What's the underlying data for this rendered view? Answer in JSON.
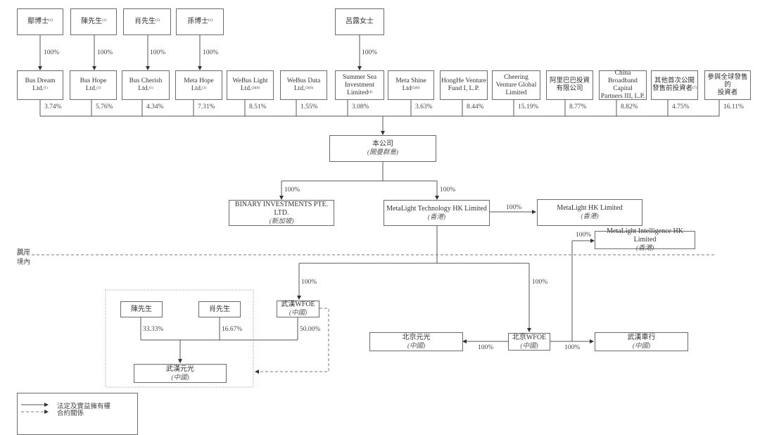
{
  "title": "Shareholding structure chart",
  "founders": [
    {
      "name": "鄢博士",
      "note": "(1)",
      "to": "Bus Dream Ltd.",
      "pct": "100%"
    },
    {
      "name": "陳先生",
      "note": "(1)",
      "to": "Bus Hope Ltd.",
      "pct": "100%"
    },
    {
      "name": "肖先生",
      "note": "(1)",
      "to": "Bus Cherish Ltd.",
      "pct": "100%"
    },
    {
      "name": "孫博士",
      "note": "(1)",
      "to": "Meta Hope Ltd.",
      "pct": "100%"
    },
    {
      "name": "呂露女士",
      "note": "",
      "to": "Summer Sea Investment Limited",
      "pct": "100%"
    }
  ],
  "shareholders": [
    {
      "line1": "Bus Dream",
      "line2": "Ltd.",
      "note": "(1)",
      "pct": "3.74%"
    },
    {
      "line1": "Bus Hope",
      "line2": "Ltd.",
      "note": "(1)",
      "pct": "5.76%"
    },
    {
      "line1": "Bus Cherish",
      "line2": "Ltd.",
      "note": "(1)",
      "pct": "4.34%"
    },
    {
      "line1": "Meta Hope",
      "line2": "Ltd.",
      "note": "(1)",
      "pct": "7.31%"
    },
    {
      "line1": "WeBus Light",
      "line2": "Ltd.",
      "note": "(2)(6)",
      "pct": "8.51%"
    },
    {
      "line1": "WeBus Data",
      "line2": "Ltd.",
      "note": "(3)(6)",
      "pct": "1.55%"
    },
    {
      "line1": "Summer Sea",
      "line2": "Investment",
      "line3": "Limited",
      "note": "(4)",
      "pct": "3.08%"
    },
    {
      "line1": "Meta Shine",
      "line2": "Ltd",
      "note": "(5)(6)",
      "pct": "3.63%"
    },
    {
      "line1": "HongHe Venture",
      "line2": "Fund I, L.P.",
      "note": "",
      "pct": "8.44%"
    },
    {
      "line1": "Cheering",
      "line2": "Venture Global",
      "line3": "Limited",
      "note": "",
      "pct": "15.19%"
    },
    {
      "line1": "阿里巴巴投資",
      "line2": "有限公司",
      "note": "",
      "pct": "8.77%"
    },
    {
      "line1": "China",
      "line2": "Broadband Capital",
      "line3": "Partners III, L.P.",
      "note": "",
      "pct": "8.82%"
    },
    {
      "line1": "其他首次公開",
      "line2": "發售前投資者",
      "note": "(7)",
      "pct": "4.75%"
    },
    {
      "line1": "參與全球發售的",
      "line2": "投資者",
      "note": "",
      "pct": "16.11%"
    }
  ],
  "company": {
    "name": "本公司",
    "jurisdiction": "(開曼群島)"
  },
  "offshore": {
    "binary": {
      "name": "BINARY INVESTMENTS PTE. LTD.",
      "jurisdiction": "(新加坡)",
      "pct": "100%"
    },
    "mlt_hk": {
      "name": "MetaLight Technology HK Limited",
      "jurisdiction": "(香港)",
      "pct": "100%"
    },
    "ml_hk": {
      "name": "MetaLight HK Limited",
      "jurisdiction": "(香港)",
      "pct": "100%"
    },
    "mli_hk": {
      "name": "MetaLight Intelligence HK Limited",
      "jurisdiction": "(香港)",
      "pct": "100%"
    }
  },
  "regions": {
    "offshore": "離岸",
    "onshore": "境內"
  },
  "onshore": {
    "wuhan_wfoe": {
      "name": "武漢WFOE",
      "jurisdiction": "(中國)",
      "pct_in": "100%",
      "pct_out": "50.00%"
    },
    "beijing_wfoe": {
      "name": "北京WFOE",
      "jurisdiction": "(中國)",
      "pct_in": "100%"
    },
    "beijing_yg": {
      "name": "北京元光",
      "jurisdiction": "(中國)",
      "pct": "100%"
    },
    "wuhan_ch": {
      "name": "武漢車行",
      "jurisdiction": "(中國)",
      "pct": "100%"
    },
    "chen": {
      "name": "陳先生",
      "pct": "33.33%"
    },
    "xiao": {
      "name": "肖先生",
      "pct": "16.67%"
    },
    "wuhan_yg": {
      "name": "武漢元光",
      "jurisdiction": "(中國)"
    }
  },
  "legend": {
    "solid": "法定及實益擁有權",
    "dashed": "合約關係"
  }
}
